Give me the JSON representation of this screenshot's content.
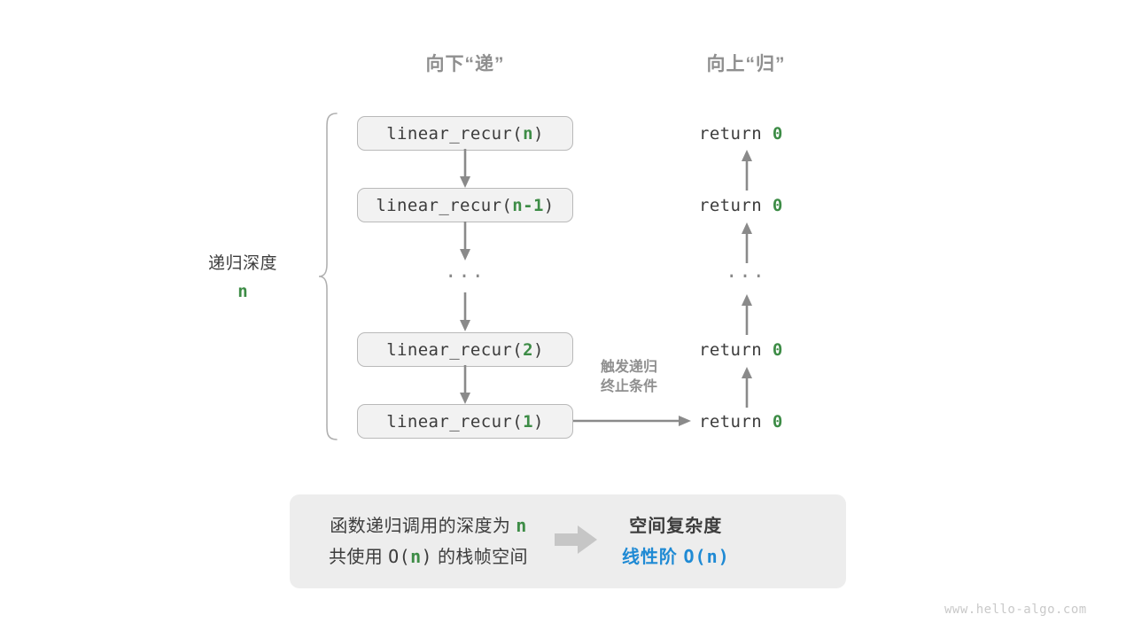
{
  "page": {
    "background": "#ffffff",
    "accent_green": "#3d8c46",
    "accent_blue": "#1f8ad4",
    "gray_text": "#8f8f8f",
    "box_fill": "#f2f2f2",
    "box_border": "#b9b9b9",
    "panel_fill": "#ededed",
    "arrow_gray": "#8a8a8a"
  },
  "headings": {
    "down": "向下“递”",
    "up": "向上“归”"
  },
  "depth": {
    "label": "递归深度",
    "value": "n"
  },
  "calls": [
    {
      "prefix": "linear_recur(",
      "arg": "n",
      "suffix": ")"
    },
    {
      "prefix": "linear_recur(",
      "arg": "n-1",
      "suffix": ")"
    },
    {
      "ellipsis": "···"
    },
    {
      "prefix": "linear_recur(",
      "arg": "2",
      "suffix": ")"
    },
    {
      "prefix": "linear_recur(",
      "arg": "1",
      "suffix": ")"
    }
  ],
  "returns": [
    {
      "keyword": "return",
      "value": "0"
    },
    {
      "keyword": "return",
      "value": "0"
    },
    {
      "ellipsis": "···"
    },
    {
      "keyword": "return",
      "value": "0"
    },
    {
      "keyword": "return",
      "value": "0"
    }
  ],
  "trigger_note": {
    "line1": "触发递归",
    "line2": "终止条件"
  },
  "summary": {
    "left_line1_a": "函数递归调用的深度为",
    "left_line1_b": "n",
    "left_line2_a": "共使用",
    "left_line2_b": "O(",
    "left_line2_c": "n",
    "left_line2_d": ")",
    "left_line2_e": "的栈帧空间",
    "arrow": "right-block-arrow-icon",
    "right_title": "空间复杂度",
    "right_value_a": "线性阶",
    "right_value_b": "O(n)"
  },
  "watermark": "www.hello-algo.com"
}
